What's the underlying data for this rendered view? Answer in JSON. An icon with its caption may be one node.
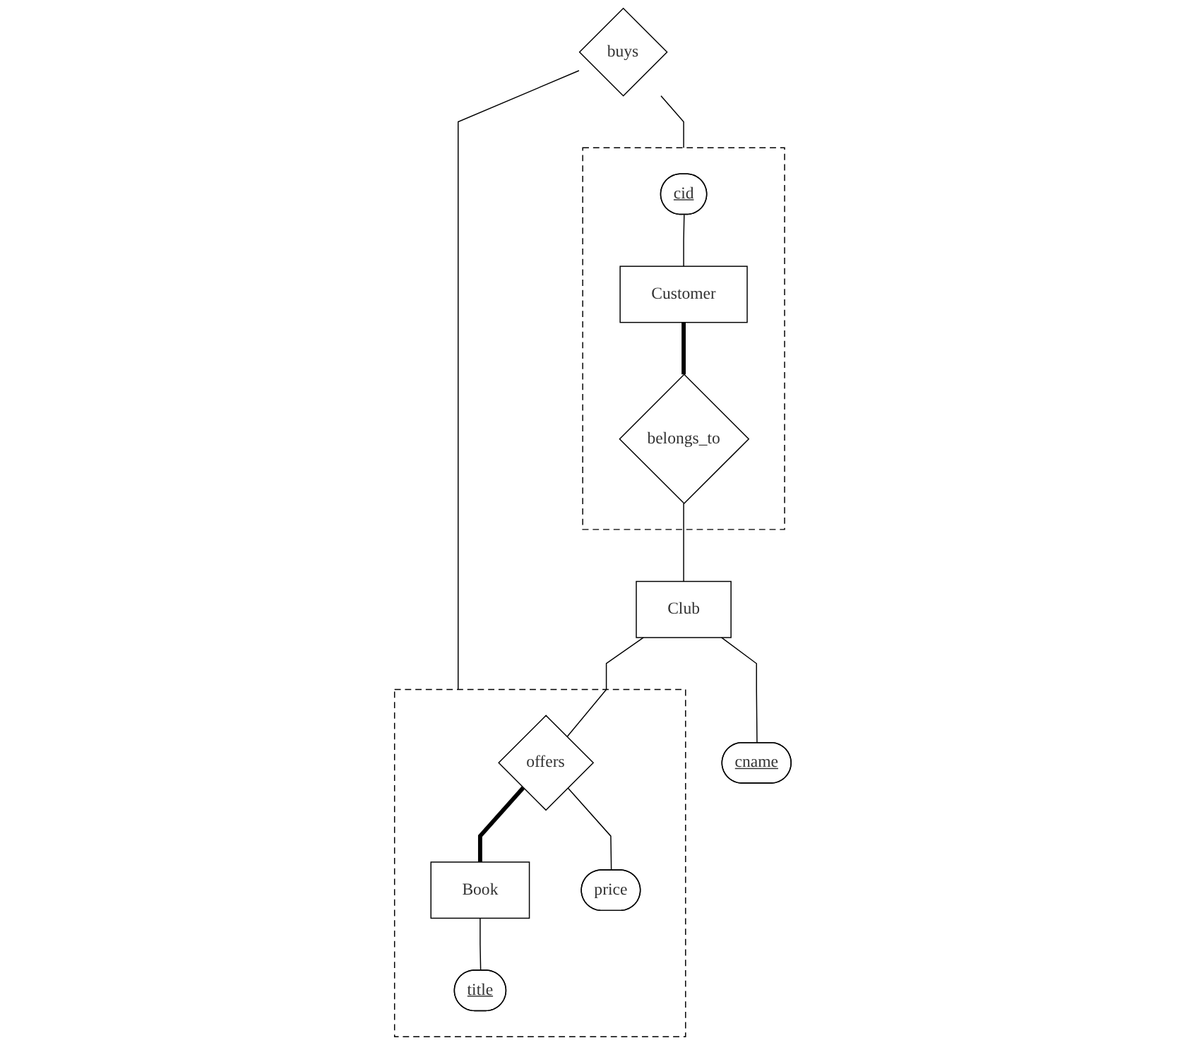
{
  "diagram": {
    "nodes": [
      {
        "text": [],
        "shape": "box"
      },
      {
        "text": [
          "cid"
        ],
        "in": 0
      },
      {
        "text": [
          "Customer"
        ],
        "in": 0
      },
      {
        "text": [
          "buys"
        ]
      },
      {
        "text": [
          "belongs_to"
        ],
        "in": 0
      },
      {
        "text": [],
        "shape": "box"
      },
      {
        "text": [
          "Club"
        ]
      },
      {
        "text": [
          "offers"
        ],
        "in": 5
      },
      {
        "text": [
          "Book"
        ],
        "in": 5
      },
      {
        "text": [
          "cname"
        ]
      },
      {
        "text": [
          "price"
        ],
        "in": 5
      },
      {
        "text": [
          "title"
        ],
        "in": 5
      }
    ],
    "edges": [
      {
        "from": 1,
        "to": 2,
        "arrow": "none"
      },
      {
        "from": 2,
        "to": 4,
        "arrow": "none",
        "style": "thick"
      },
      {
        "from": 4,
        "to": 6,
        "arrow": "none"
      },
      {
        "from": 3,
        "to": 0,
        "arrow": "none"
      },
      {
        "from": 3,
        "to": 5,
        "arrow": "none"
      },
      {
        "from": 6,
        "to": 7,
        "arrow": "none"
      },
      {
        "from": 7,
        "to": 8,
        "arrow": "none",
        "style": "thick"
      },
      {
        "from": 6,
        "to": 9,
        "arrow": "none"
      },
      {
        "from": 7,
        "to": 10,
        "arrow": "none"
      },
      {
        "from": 8,
        "to": 11,
        "arrow": "none"
      }
    ]
  }
}
